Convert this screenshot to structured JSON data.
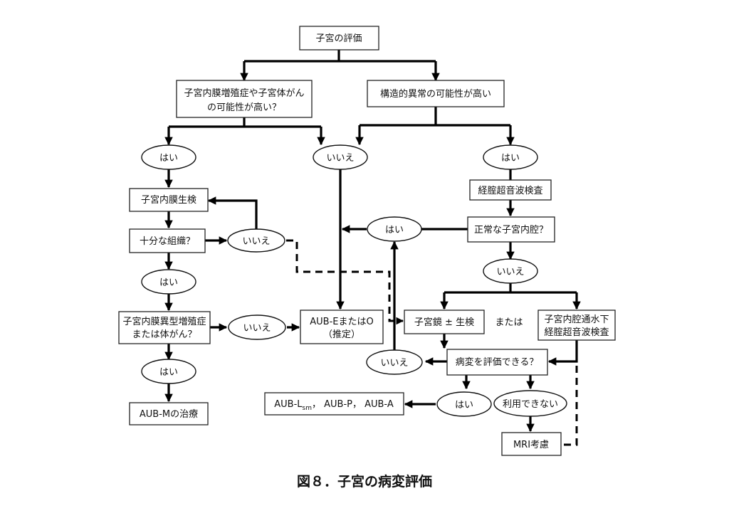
{
  "nodes": {
    "uterus_eval": "子宮の評価",
    "hyperplasia_q": [
      "子宮内膜増殖症や子宮体がん",
      "の可能性が高い？"
    ],
    "structural_q": "構造的異常の可能性が高い",
    "yes_1": "はい",
    "no_1": "いいえ",
    "yes_2": "はい",
    "endometrial_biopsy": "子宮内膜生検",
    "tvus": "経腟超音波検査",
    "sufficient_q": "十分な組織？",
    "no_2": "いいえ",
    "yes_3": "はい",
    "normal_cavity_q": "正常な子宮内腔？",
    "yes_4": "はい",
    "no_3": "いいえ",
    "atypical_q": [
      "子宮内膜異型増殖症",
      "または体がん？"
    ],
    "no_4": "いいえ",
    "aub_eo": [
      "AUB-EまたはO",
      "（推定）"
    ],
    "hysteroscopy": "子宮鏡 ± 生検",
    "or_label": "または",
    "sis": [
      "子宮内腔通水下",
      "経腟超音波検査"
    ],
    "no_5": "いいえ",
    "lesion_eval_q": "病変を評価できる？",
    "yes_5": "はい",
    "aub_m_treatment": "AUB-Mの治療",
    "aub_lpa": {
      "pre": "AUB-L",
      "sub": "sm",
      "post": "， AUB-P， AUB-A"
    },
    "yes_6": "はい",
    "unavailable": "利用できない",
    "mri": "MRI考慮"
  },
  "caption": "図８．子宮の病変評価"
}
